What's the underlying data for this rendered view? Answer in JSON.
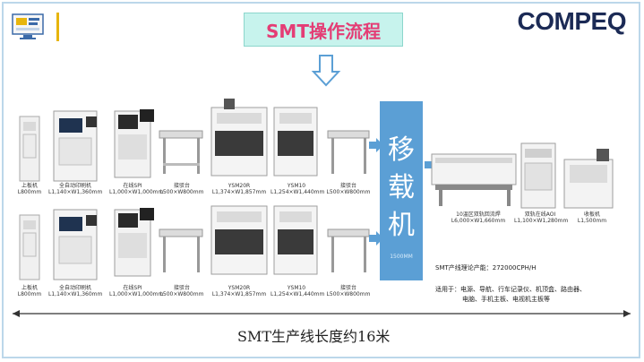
{
  "brand": "COMPEQ",
  "title": "SMT操作流程",
  "mover": {
    "chars": [
      "移",
      "载",
      "机"
    ],
    "small": "1500MM"
  },
  "line1": [
    {
      "name": "上板机",
      "size": "L800mm"
    },
    {
      "name": "全自动印刷机",
      "size": "L1,140×W1,360mm"
    },
    {
      "name": "在线SPI",
      "size": "L1,000×W1,000mm"
    },
    {
      "name": "接驳台",
      "size": "L500×W800mm"
    },
    {
      "name": "YSM20R",
      "size": "L1,374×W1,857mm"
    },
    {
      "name": "YSM10",
      "size": "L1,254×W1,440mm"
    },
    {
      "name": "接驳台",
      "size": "L500×W800mm"
    }
  ],
  "line2": [
    {
      "name": "上板机",
      "size": "L800mm"
    },
    {
      "name": "全自动印刷机",
      "size": "L1,140×W1,360mm"
    },
    {
      "name": "在线SPI",
      "size": "L1,000×W1,000mm"
    },
    {
      "name": "接驳台",
      "size": "L500×W800mm"
    },
    {
      "name": "YSM20R",
      "size": "L1,374×W1,857mm"
    },
    {
      "name": "YSM10",
      "size": "L1,254×W1,440mm"
    },
    {
      "name": "接驳台",
      "size": "L500×W800mm"
    }
  ],
  "right_machines": [
    {
      "name": "10温区双轨回流焊",
      "size": "L6,000×W1,660mm"
    },
    {
      "name": "双轨在线AOI",
      "size": "L1,100×W1,280mm"
    },
    {
      "name": "收板机",
      "size": "L1,500mm"
    }
  ],
  "capacity": "SMT产线理论产能：272000CPH/H",
  "applicable_1": "适用于：电源、导航、行车记录仪、机顶盒、路由器、",
  "applicable_2": "电脑、手机主板、电视机主板等",
  "total_length": "SMT生产线长度约16米",
  "colors": {
    "title_bg": "#c7f3ed",
    "title_text": "#e43d75",
    "mover_bg": "#5b9fd5",
    "arrow": "#5b9fd5",
    "brand": "#1b2a55"
  }
}
